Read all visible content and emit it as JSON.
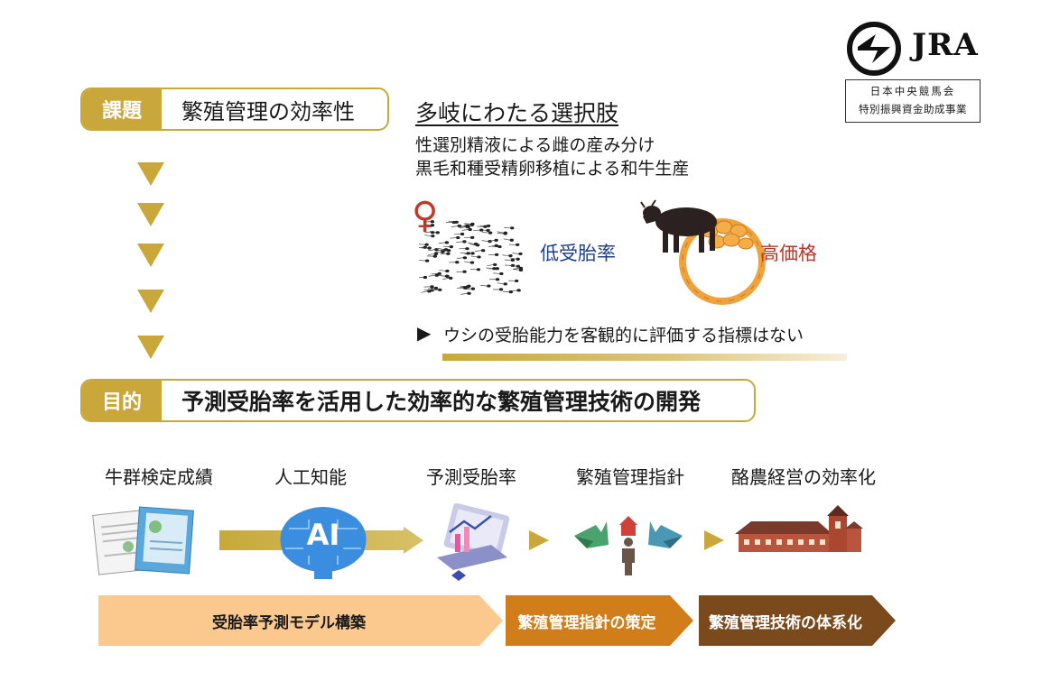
{
  "logo": {
    "brand": "JRA",
    "org_line1": "日本中央競馬会",
    "org_line2": "特別振興資金助成事業"
  },
  "issue": {
    "tag": "課題",
    "text": "繁殖管理の効率性"
  },
  "options": {
    "heading": "多岐にわたる選択肢",
    "line1": "性選別精液による雌の産み分け",
    "line2": "黒毛和種受精卵移植による和牛生産",
    "low_rate": "低受胎率",
    "high_price": "高価格",
    "note_marker": "▶",
    "note": "ウシの受胎能力を客観的に評価する指標はない",
    "female_symbol": "♀"
  },
  "purpose": {
    "tag": "目的",
    "text": "予測受胎率を活用した効率的な繁殖管理技術の開発"
  },
  "steps": [
    {
      "label": "牛群検定成績"
    },
    {
      "label": "人工知能",
      "icon_text": "AI"
    },
    {
      "label": "予測受胎率"
    },
    {
      "label": "繁殖管理指針"
    },
    {
      "label": "酪農経営の効率化"
    }
  ],
  "phases": [
    {
      "label": "受胎率予測モデル構築",
      "color": "#fbc98e",
      "text_color": "#222222"
    },
    {
      "label": "繁殖管理指針の策定",
      "color": "#d17d1a",
      "text_color": "#ffffff"
    },
    {
      "label": "繁殖管理技術の体系化",
      "color": "#7a4a1c",
      "text_color": "#ffffff"
    }
  ],
  "colors": {
    "gold": "#c9a73b",
    "navy": "#1f3f8f",
    "red": "#b23a2a",
    "egg_orange": "#f0a33c"
  }
}
